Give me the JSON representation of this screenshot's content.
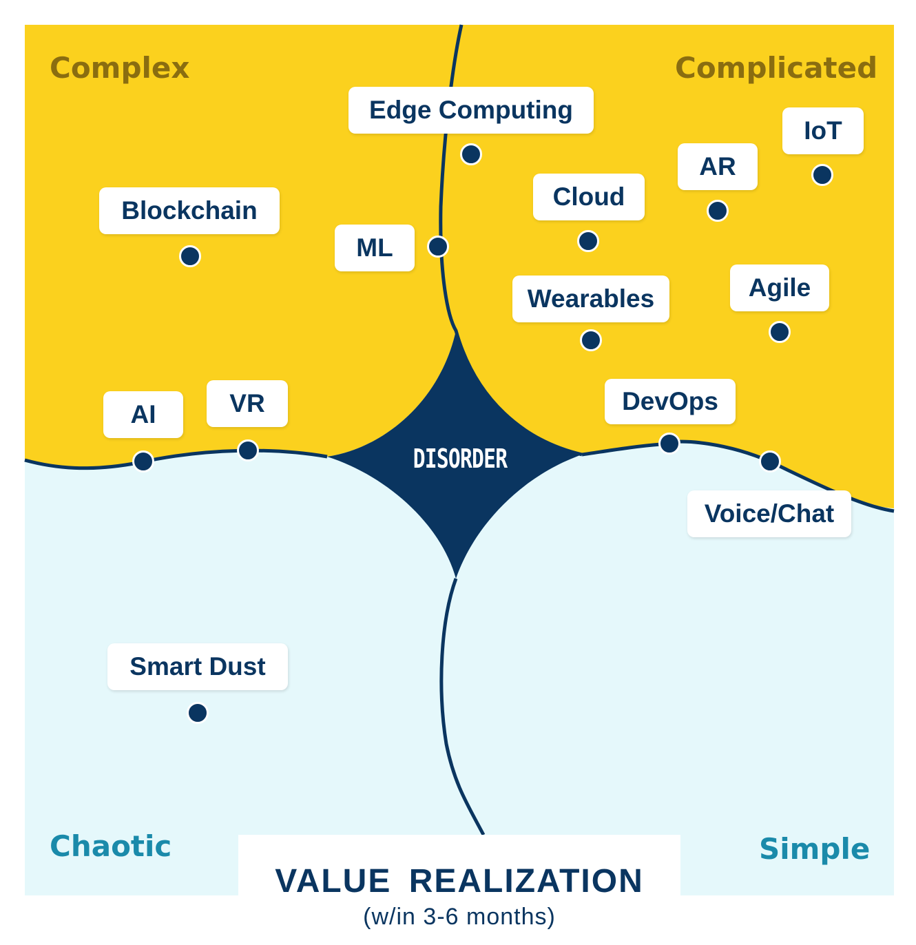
{
  "colors": {
    "yellow": "#fbd11e",
    "light_blue": "#e5f8fb",
    "navy": "#0a3560",
    "complex_label": "#8a6d10",
    "chaotic_label": "#1a8aaa"
  },
  "quadrants": {
    "complex": "Complex",
    "complicated": "Complicated",
    "chaotic": "Chaotic",
    "simple": "Simple"
  },
  "center": "DISORDER",
  "items": {
    "edge_computing": "Edge Computing",
    "blockchain": "Blockchain",
    "ml": "ML",
    "cloud": "Cloud",
    "ar": "AR",
    "iot": "IoT",
    "wearables": "Wearables",
    "agile": "Agile",
    "ai": "AI",
    "vr": "VR",
    "devops": "DevOps",
    "voice_chat": "Voice/Chat",
    "smart_dust": "Smart Dust"
  },
  "footer": {
    "title": "VALUE REALIZATION",
    "subtitle": "(w/in 3-6 months)"
  }
}
